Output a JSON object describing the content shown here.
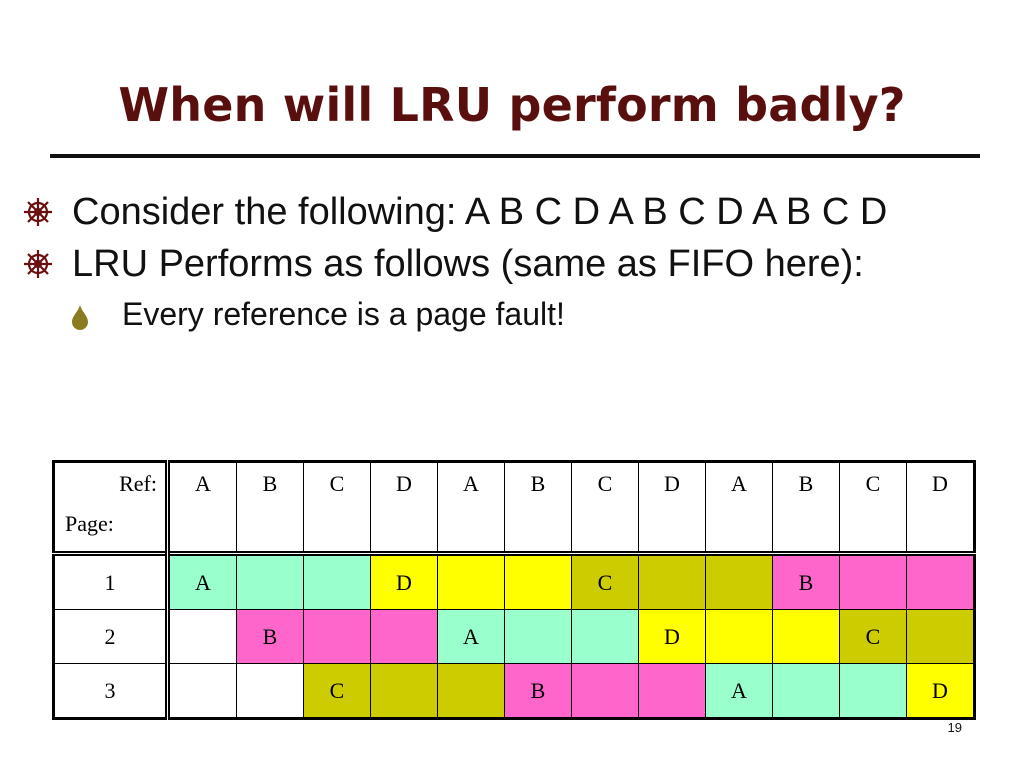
{
  "title": "When will LRU perform badly?",
  "bullets": [
    {
      "text": "Consider the following: A B C D A B C D A B C D"
    },
    {
      "text": "LRU Performs as follows (same as FIFO here):",
      "sub": "Every reference is a page fault!"
    }
  ],
  "table": {
    "ref_label": "Ref:",
    "page_label": "Page:",
    "refs": [
      "A",
      "B",
      "C",
      "D",
      "A",
      "B",
      "C",
      "D",
      "A",
      "B",
      "C",
      "D"
    ],
    "rows": [
      {
        "page": "1",
        "cells": [
          {
            "t": "A",
            "c": "mint"
          },
          {
            "t": "",
            "c": "mint"
          },
          {
            "t": "",
            "c": "mint"
          },
          {
            "t": "D",
            "c": "yellow"
          },
          {
            "t": "",
            "c": "yellow"
          },
          {
            "t": "",
            "c": "yellow"
          },
          {
            "t": "C",
            "c": "olive"
          },
          {
            "t": "",
            "c": "olive"
          },
          {
            "t": "",
            "c": "olive"
          },
          {
            "t": "B",
            "c": "pink"
          },
          {
            "t": "",
            "c": "pink"
          },
          {
            "t": "",
            "c": "pink"
          }
        ]
      },
      {
        "page": "2",
        "cells": [
          {
            "t": "",
            "c": "white"
          },
          {
            "t": "B",
            "c": "pink"
          },
          {
            "t": "",
            "c": "pink"
          },
          {
            "t": "",
            "c": "pink"
          },
          {
            "t": "A",
            "c": "mint"
          },
          {
            "t": "",
            "c": "mint"
          },
          {
            "t": "",
            "c": "mint"
          },
          {
            "t": "D",
            "c": "yellow"
          },
          {
            "t": "",
            "c": "yellow"
          },
          {
            "t": "",
            "c": "yellow"
          },
          {
            "t": "C",
            "c": "olive"
          },
          {
            "t": "",
            "c": "olive"
          }
        ]
      },
      {
        "page": "3",
        "cells": [
          {
            "t": "",
            "c": "white"
          },
          {
            "t": "",
            "c": "white"
          },
          {
            "t": "C",
            "c": "olive"
          },
          {
            "t": "",
            "c": "olive"
          },
          {
            "t": "",
            "c": "olive"
          },
          {
            "t": "B",
            "c": "pink"
          },
          {
            "t": "",
            "c": "pink"
          },
          {
            "t": "",
            "c": "pink"
          },
          {
            "t": "A",
            "c": "mint"
          },
          {
            "t": "",
            "c": "mint"
          },
          {
            "t": "",
            "c": "mint"
          },
          {
            "t": "D",
            "c": "yellow"
          }
        ]
      }
    ]
  },
  "slide_number": "19",
  "colors": {
    "title": "#5a0f0f",
    "mint": "#99ffcc",
    "yellow": "#ffff00",
    "olive": "#cccc00",
    "pink": "#ff66cc"
  },
  "icons": {
    "bullet": "ship-wheel-icon",
    "sub_bullet": "drop-icon"
  }
}
